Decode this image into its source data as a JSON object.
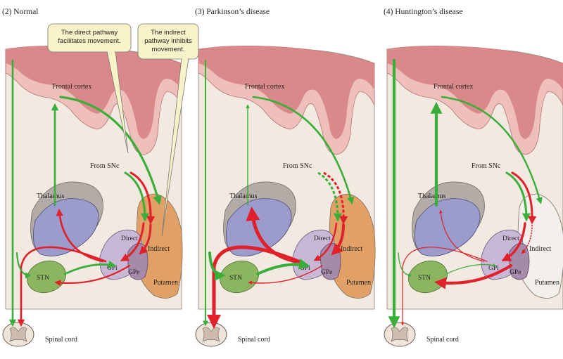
{
  "panels": [
    {
      "title": "(2) Normal",
      "labels": {
        "frontal_cortex": "Frontal cortex",
        "from_snc": "From SNc",
        "thalamus": "Thalamus",
        "direct": "Direct",
        "indirect": "Indirect",
        "gpi": "GPi",
        "gpe": "GPe",
        "stn": "STN",
        "putamen": "Putamen",
        "spinal_cord": "Spinal cord"
      }
    },
    {
      "title": "(3) Parkinson’s disease",
      "labels": {
        "frontal_cortex": "Frontal cortex",
        "from_snc": "From SNc",
        "thalamus": "Thalamus",
        "direct": "Direct",
        "indirect": "Indirect",
        "gpi": "GPi",
        "gpe": "GPe",
        "stn": "STN",
        "putamen": "Putamen",
        "spinal_cord": "Spinal cord"
      }
    },
    {
      "title": "(4) Huntington’s disease",
      "labels": {
        "frontal_cortex": "Frontal cortex",
        "from_snc": "From SNc",
        "thalamus": "Thalamus",
        "direct": "Direct",
        "indirect": "Indirect",
        "gpi": "GPi",
        "gpe": "GPe",
        "stn": "STN",
        "putamen": "Putamen",
        "spinal_cord": "Spinal cord"
      }
    }
  ],
  "callouts": {
    "direct": [
      "The direct pathway",
      "facilitates movement."
    ],
    "indirect": [
      "The indirect",
      "pathway inhibits",
      "movement."
    ]
  },
  "colors": {
    "excitatory": "#3aae3a",
    "inhibitory": "#e0202a",
    "cortex": "#d9898a",
    "cortex_light": "#efc0bb",
    "background": "#f2e9e1",
    "thalamus": "#9c9ccc",
    "thalamus_shade": "#b3aba6",
    "putamen": "#e0a066",
    "putamen_hd": "#f3f0ec",
    "gpi": "#c8b8d6",
    "gpe": "#a58aaa",
    "stn": "#8cb560",
    "callout_fill": "#f8f2c8"
  }
}
